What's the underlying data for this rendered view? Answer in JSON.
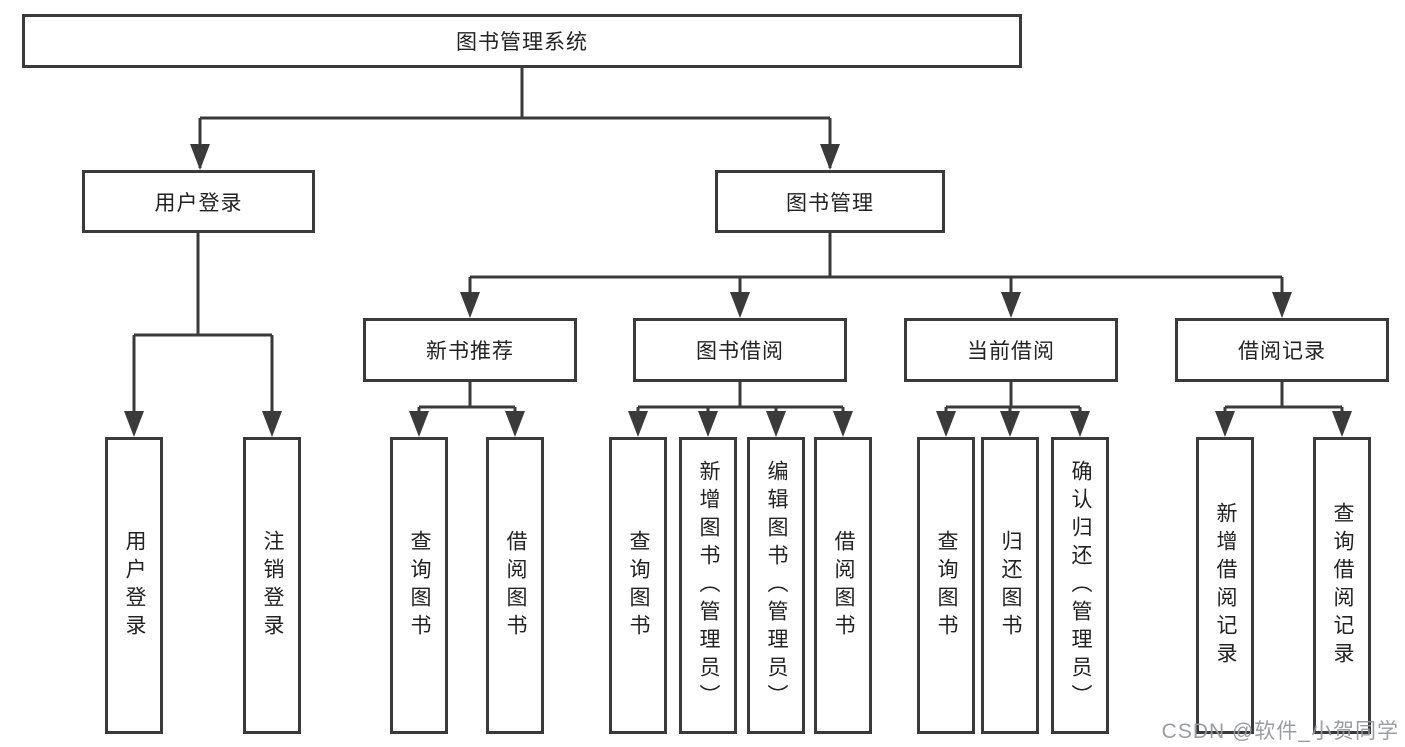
{
  "diagram": {
    "title": "图书管理系统",
    "level2": {
      "user_login": "用户登录",
      "book_management": "图书管理"
    },
    "level3": {
      "new_book_recommend": "新书推荐",
      "book_borrow": "图书借阅",
      "current_borrow": "当前借阅",
      "borrow_records": "借阅记录"
    },
    "leaves": [
      "用户登录",
      "注销登录",
      "查询图书",
      "借阅图书",
      "查询图书",
      "新增图书（管理员）",
      "编辑图书（管理员）",
      "借阅图书",
      "查询图书",
      "归还图书",
      "确认归还（管理员）",
      "新增借阅记录",
      "查询借阅记录"
    ],
    "colors": {
      "line": "#3a3a3a",
      "text": "#222222",
      "watermark": "#96989c"
    }
  },
  "watermark": "CSDN @软件_小贺同学"
}
